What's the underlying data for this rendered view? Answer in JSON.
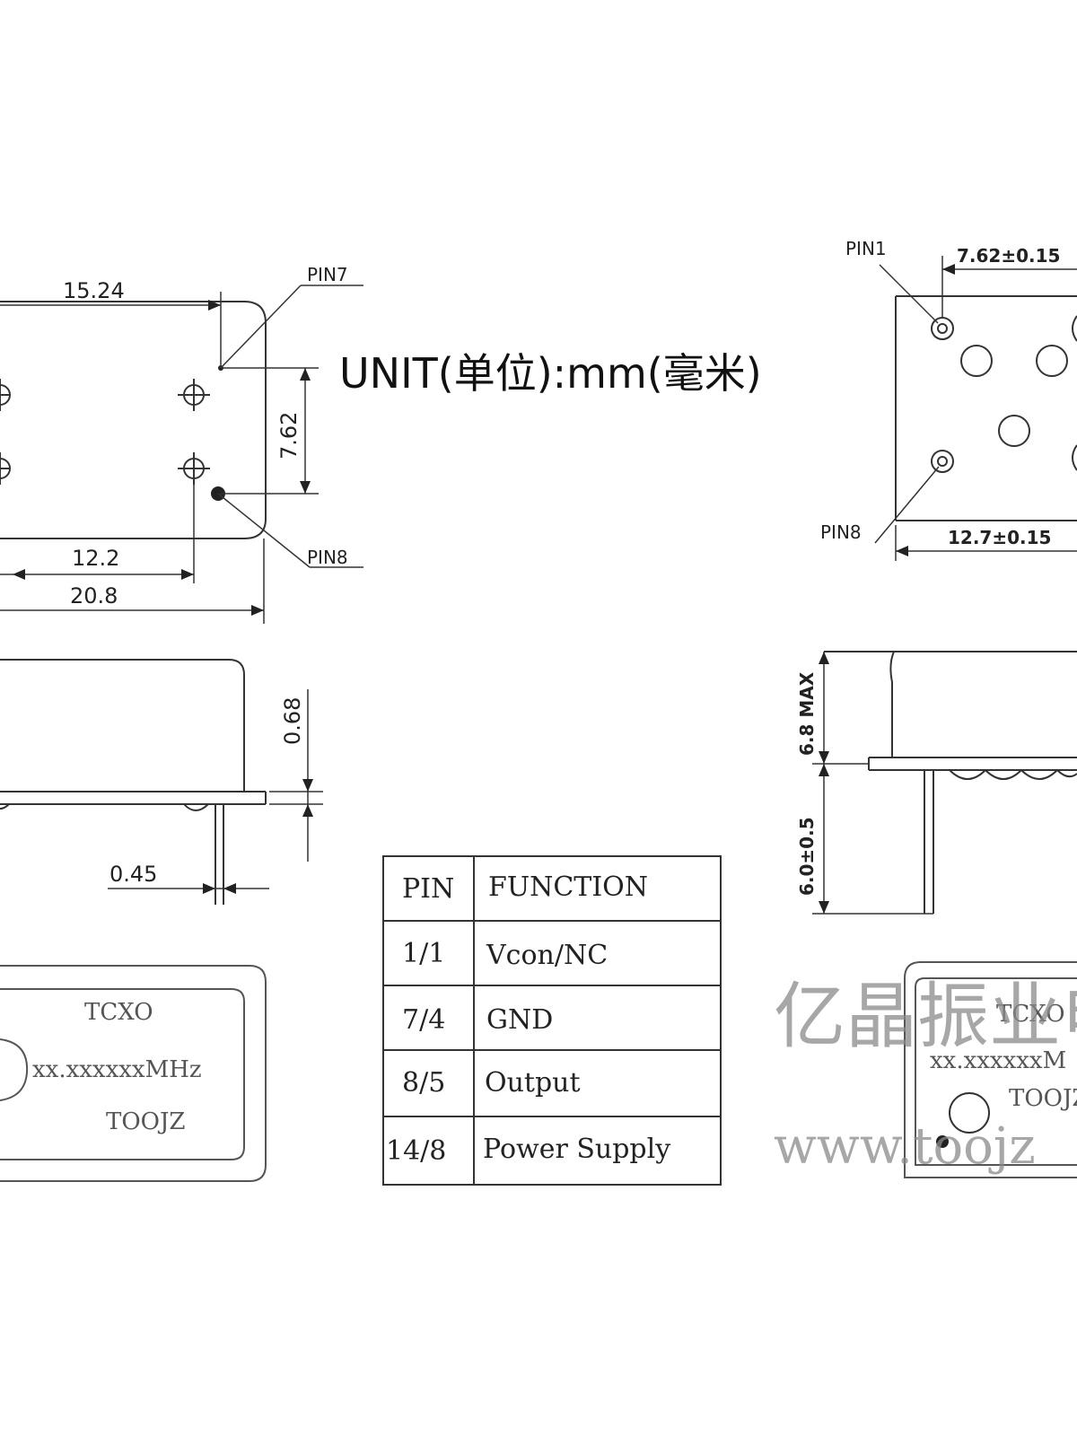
{
  "unit_label": "UNIT(单位):mm(毫米)",
  "top_view": {
    "pin7_label": "PIN7",
    "pin8_label": "PIN8",
    "dim_pitch_top": "15.24",
    "dim_pitch_vertical": "7.62",
    "dim_row_span": "12.2",
    "dim_body_length": "20.8"
  },
  "side_view": {
    "dim_body_height": "0.68",
    "dim_pin_width": "0.45"
  },
  "marking": {
    "line1": "TCXO",
    "line2": "xx.xxxxxxMHz",
    "line3": "TOOJZ"
  },
  "half_size_view": {
    "pin1_label": "PIN1",
    "pin8_label": "PIN8",
    "dim_top": "7.62±0.15",
    "dim_bottom": "12.7±0.15",
    "dim_height_max": "6.8 MAX",
    "dim_pin_length": "6.0±0.5",
    "marking_line1": "TCXO",
    "marking_line2": "xx.xxxxxxM",
    "marking_line3": "TOOJZ"
  },
  "pin_table": {
    "headers": [
      "PIN",
      "FUNCTION"
    ],
    "rows": [
      {
        "pin": "1/1",
        "function": "Vcon/NC"
      },
      {
        "pin": "7/4",
        "function": "GND"
      },
      {
        "pin": "8/5",
        "function": "Output"
      },
      {
        "pin": "14/8",
        "function": "Power Supply"
      }
    ]
  },
  "watermark": {
    "brand": "亿晶振业电",
    "url": "www.toojz"
  }
}
